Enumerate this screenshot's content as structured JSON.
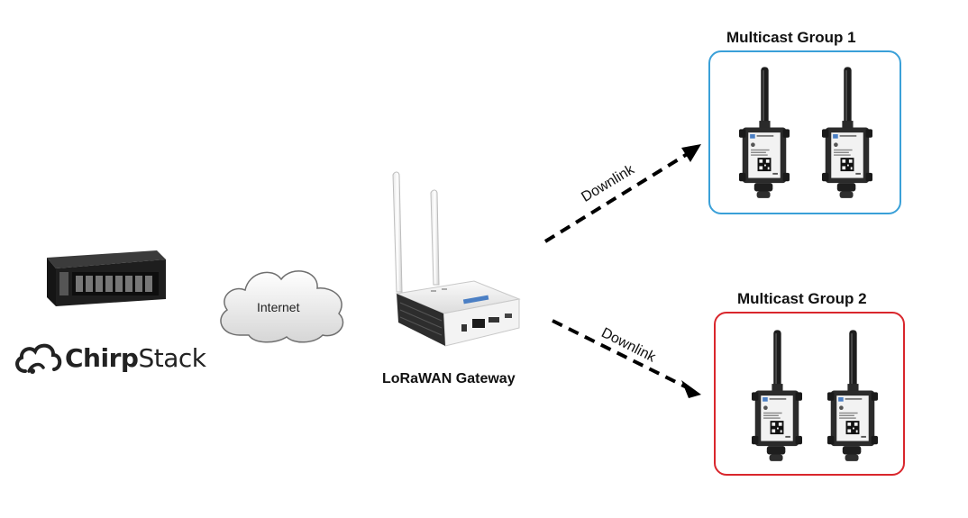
{
  "server": {
    "brand_prefix": "Chirp",
    "brand_suffix": "Stack",
    "icon": "server-rack-icon",
    "logo_icon": "chirpstack-cloud-logo"
  },
  "cloud": {
    "label": "Internet",
    "icon": "cloud-icon"
  },
  "gateway": {
    "label": "LoRaWAN Gateway",
    "icon": "gateway-router-icon"
  },
  "links": [
    {
      "label": "Downlink"
    },
    {
      "label": "Downlink"
    }
  ],
  "groups": [
    {
      "title": "Multicast Group 1",
      "border_color": "#3aa0d8",
      "device_icon": "lora-node-icon"
    },
    {
      "title": "Multicast Group 2",
      "border_color": "#d9262c",
      "device_icon": "lora-node-icon"
    }
  ]
}
